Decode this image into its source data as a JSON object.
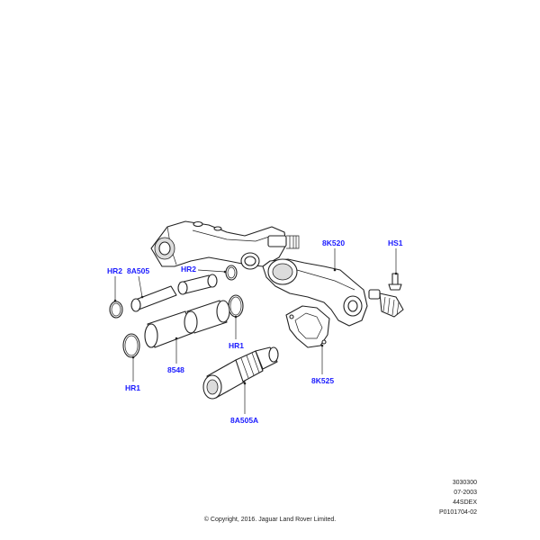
{
  "callouts": {
    "hr2_left": "HR2",
    "a505": "8A505",
    "hr2_mid": "HR2",
    "k520": "8K520",
    "hs1": "HS1",
    "hr1_right": "HR1",
    "p8548": "8548",
    "hr1_left": "HR1",
    "k525": "8K525",
    "a505a": "8A505A"
  },
  "reference": {
    "line1": "3030300",
    "line2": "07-2003",
    "line3": "44SDEX",
    "line4": "P0101704-02"
  },
  "copyright": "© Copyright, 2016. Jaguar Land Rover Limited.",
  "colors": {
    "callout": "#1a1aff",
    "line": "#222222"
  }
}
